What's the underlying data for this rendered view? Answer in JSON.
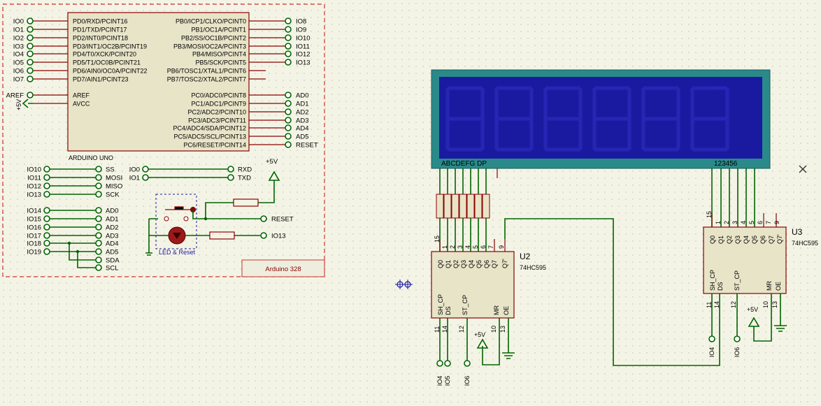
{
  "arduino": {
    "left_pins": [
      "PD0/RXD/PCINT16",
      "PD1/TXD/PCINT17",
      "PD2/INT0/PCINT18",
      "PD3/INT1/OC2B/PCINT19",
      "PD4/T0/XCK/PCINT20",
      "PD5/T1/OC0B/PCINT21",
      "PD6/AIN0/OC0A/PCINT22",
      "PD7/AIN1/PCINT23"
    ],
    "left_nets": [
      "IO0",
      "IO1",
      "IO2",
      "IO3",
      "IO4",
      "IO5",
      "IO6",
      "IO7"
    ],
    "right_pins": [
      "PB0/ICP1/CLKO/PCINT0",
      "PB1/OC1A/PCINT1",
      "PB2/SS/OC1B/PCINT2",
      "PB3/MOSI/OC2A/PCINT3",
      "PB4/MISO/PCINT4",
      "PB5/SCK/PCINT5",
      "PB6/TOSC1/XTAL1/PCINT6",
      "PB7/TOSC2/XTAL2/PCINT7"
    ],
    "right_nets": [
      "IO8",
      "IO9",
      "IO10",
      "IO11",
      "IO12",
      "IO13"
    ],
    "aref_pin": "AREF",
    "avcc_pin": "AVCC",
    "aref_net": "AREF",
    "plus5v": "+5V",
    "analog_pins": [
      "PC0/ADC0/PCINT8",
      "PC1/ADC1/PCINT9",
      "PC2/ADC2/PCINT10",
      "PC3/ADC3/PCINT11",
      "PC4/ADC4/SDA/PCINT12",
      "PC5/ADC5/SCL/PCINT13",
      "PC6/RESET/PCINT14"
    ],
    "analog_nets": [
      "AD0",
      "AD1",
      "AD2",
      "AD3",
      "AD4",
      "AD5",
      "RESET"
    ],
    "chip_label": "ARDUINO UNO",
    "spi_left": [
      "IO10",
      "IO11",
      "IO12",
      "IO13"
    ],
    "spi_right": [
      "SS",
      "MOSI",
      "MISO",
      "SCK"
    ],
    "serial_left": [
      "IO0",
      "IO1"
    ],
    "serial_right": [
      "RXD",
      "TXD"
    ],
    "analog_left": [
      "IO14",
      "IO15",
      "IO16",
      "IO17",
      "IO18",
      "IO19"
    ],
    "analog_right": [
      "AD0",
      "AD1",
      "AD2",
      "AD3",
      "AD4",
      "AD5",
      "SDA",
      "SCL"
    ],
    "reset_net": "RESET",
    "io13_net": "IO13",
    "led_reset_label": "LED & Reset",
    "frame_title": "Arduino 328"
  },
  "display": {
    "segment_labels": "ABCDEFG  DP",
    "digit_labels": "123456"
  },
  "u2": {
    "ref": "U2",
    "part": "74HC595",
    "top_pins": [
      "15",
      "1",
      "2",
      "3",
      "4",
      "5",
      "6",
      "7",
      "9"
    ],
    "outputs": [
      "Q0",
      "Q1",
      "Q2",
      "Q3",
      "Q4",
      "Q5",
      "Q6",
      "Q7",
      "Q7'"
    ],
    "bottom_labels": [
      "SH_CP",
      "DS",
      "ST_CP",
      "MR",
      "OE"
    ],
    "bottom_pins": [
      "11",
      "14",
      "12",
      "10",
      "13"
    ],
    "nets": [
      "IO4",
      "IO5",
      "IO6"
    ],
    "plus5v": "+5V"
  },
  "u3": {
    "ref": "U3",
    "part": "74HC595",
    "top_pins": [
      "15",
      "1",
      "2",
      "3",
      "4",
      "5",
      "6",
      "7",
      "9"
    ],
    "outputs": [
      "Q0",
      "Q1",
      "Q2",
      "Q3",
      "Q4",
      "Q5",
      "Q6",
      "Q7",
      "Q7'"
    ],
    "bottom_labels": [
      "SH_CP",
      "DS",
      "ST_CP",
      "MR",
      "OE"
    ],
    "bottom_pins": [
      "11",
      "14",
      "12",
      "10",
      "13"
    ],
    "nets": [
      "IO4",
      "IO6"
    ],
    "plus5v": "+5V"
  },
  "colors": {
    "wire": "#006400",
    "part_outline": "#8b0000",
    "chip_fill": "#e8e4c8",
    "lcd_frame": "#2a8a8a",
    "lcd_screen": "#1a1aa0",
    "background": "#f4f4e6"
  }
}
